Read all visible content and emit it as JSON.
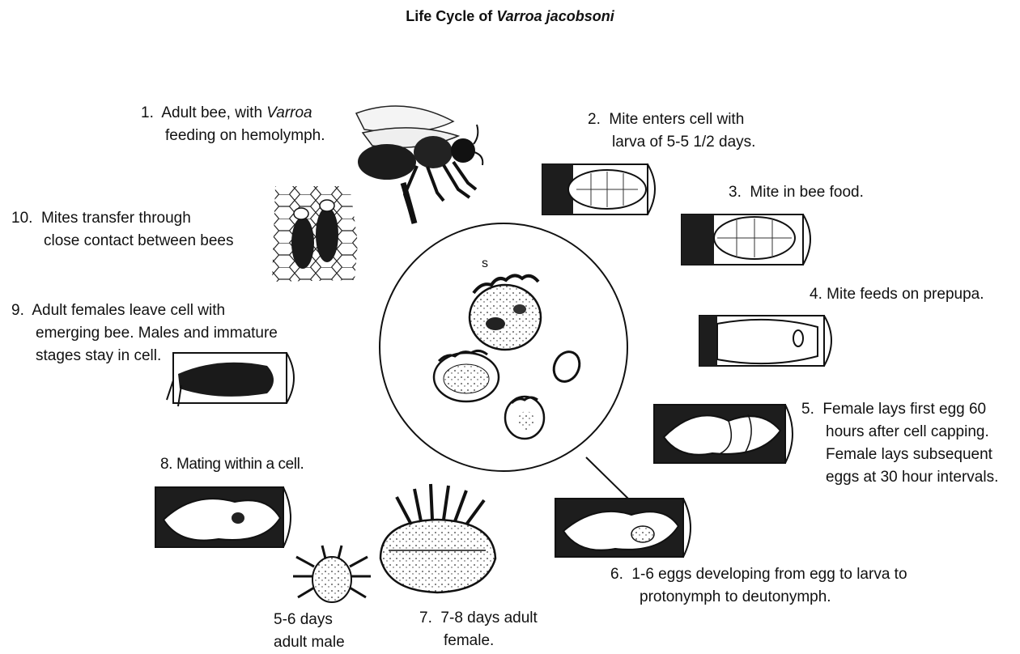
{
  "title": {
    "prefix": "Life Cycle of ",
    "species": "Varroa jacobsoni"
  },
  "steps": [
    {
      "num": "1.",
      "pre": "Adult bee, with ",
      "italic": "Varroa",
      "line2": "feeding on hemolymph."
    },
    {
      "num": "2.",
      "line1": "Mite enters cell  with",
      "line2": "larva of 5-5 1/2 days."
    },
    {
      "num": "3.",
      "line1": "Mite in bee food."
    },
    {
      "num": "4.",
      "line1": "Mite feeds on prepupa."
    },
    {
      "num": "5.",
      "line1": "Female lays first egg 60",
      "line2": "hours after cell capping.",
      "line3": "Female lays subsequent",
      "line4": "eggs at 30 hour intervals."
    },
    {
      "num": "6.",
      "line1": "1-6 eggs developing from egg to larva to",
      "line2": "protonymph to deutonymph."
    },
    {
      "num": "7.",
      "line1": "7-8 days adult",
      "line2": "female."
    },
    {
      "num": "8.",
      "line1": "Mating within a cell."
    },
    {
      "num": "9.",
      "line1": "Adult females leave cell with",
      "line2": "emerging bee.  Males and immature",
      "line3": "stages stay in cell."
    },
    {
      "num": "10.",
      "line1": "Mites transfer through",
      "line2": "close contact between bees"
    }
  ],
  "male_label": {
    "line1": "5-6 days",
    "line2": "adult male"
  },
  "circle_label": "s",
  "colors": {
    "ink": "#111111",
    "paper": "#ffffff"
  },
  "illustrations": {
    "bee": "adult-bee-illustration",
    "comb": "honeycomb-bees-illustration",
    "cells": "brood-cell-illustration",
    "mites": "varroa-mite-illustration"
  }
}
